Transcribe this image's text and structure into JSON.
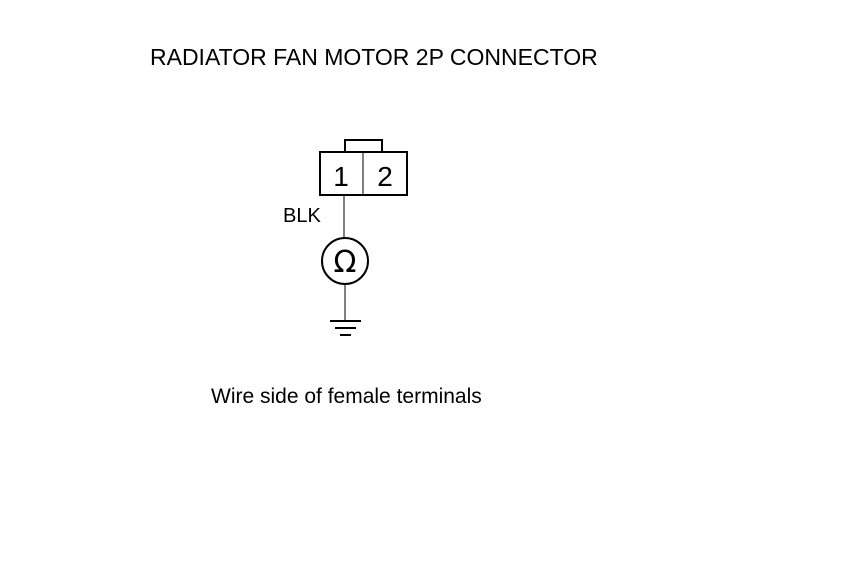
{
  "diagram": {
    "title": "RADIATOR FAN MOTOR 2P CONNECTOR",
    "caption": "Wire side of female terminals",
    "wire_color_label": "BLK",
    "terminals": [
      "1",
      "2"
    ],
    "meter_symbol": "Ω",
    "meter_icon": "ohmmeter-icon",
    "ground_icon": "ground-icon"
  }
}
